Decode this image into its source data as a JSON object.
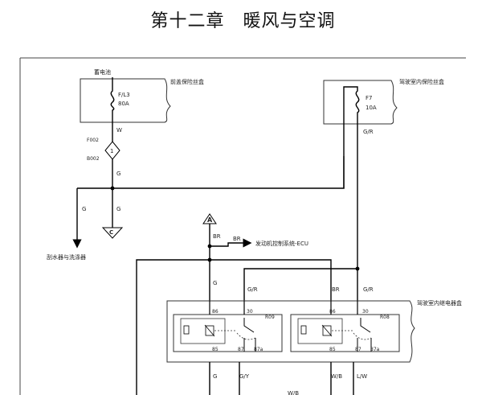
{
  "title": {
    "chapter": "第十二章",
    "name": "暖风与空调"
  },
  "diagram": {
    "battery": "蓄电池",
    "front_fuse_box": "前盖保险丝盒",
    "fuse_fl3": {
      "id": "F/L3",
      "rating": "80A"
    },
    "cabin_fuse_box": "驾驶室内保险丝盒",
    "fuse_f7": {
      "id": "F7",
      "rating": "10A"
    },
    "connector_top": "F002",
    "connector_bottom": "B002",
    "connector_number": "1",
    "ground_label": "C",
    "wiper_washer": "刮水器与洗涤器",
    "connector_a": "A",
    "ecu_label": "发动机控制系统-ECU",
    "relay_box": "驾驶室内继电器盒",
    "relay_left": {
      "name": "R09",
      "pin86": "86",
      "pin30": "30",
      "pin85": "85",
      "pin87": "87",
      "pin87a": "87a"
    },
    "relay_right": {
      "name": "R08",
      "pin86": "86",
      "pin30": "30",
      "pin85": "85",
      "pin87": "87",
      "pin87a": "87a"
    },
    "wire_colors": {
      "W": "W",
      "G": "G",
      "GR": "G/R",
      "BR": "BR",
      "GY": "G/Y",
      "WB": "W/B",
      "LW": "L/W"
    }
  }
}
